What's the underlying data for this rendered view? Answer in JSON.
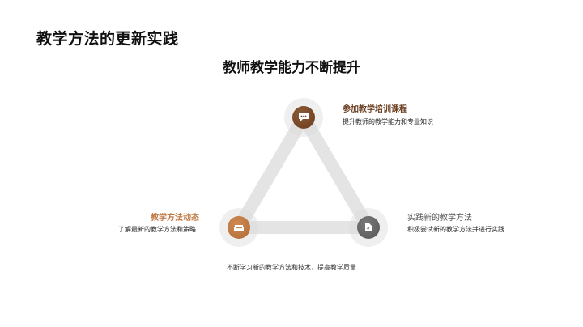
{
  "page": {
    "title": "教学方法的更新实践",
    "subtitle": "教师教学能力不断提升",
    "footer": "不断学习新的教学方法和技术，提高教学质量"
  },
  "nodes": [
    {
      "id": "top",
      "title": "参加教学培训课程",
      "desc": "提升教师的教学能力和专业知识",
      "icon": "chat-bubble-icon",
      "color": "#7a4a2a",
      "title_color": "#6b3f22"
    },
    {
      "id": "left",
      "title": "教学方法动态",
      "desc": "了解最新的教学方法和策略",
      "icon": "sofa-icon",
      "color": "#c07a45",
      "title_color": "#c07a45"
    },
    {
      "id": "right",
      "title": "实践新的教学方法",
      "desc": "积极尝试新的教学方法并进行实践",
      "icon": "document-icon",
      "color": "#666666",
      "title_color": "#555555"
    }
  ],
  "colors": {
    "triangle": "#e6e6e6",
    "halo": "#eeeeee"
  }
}
